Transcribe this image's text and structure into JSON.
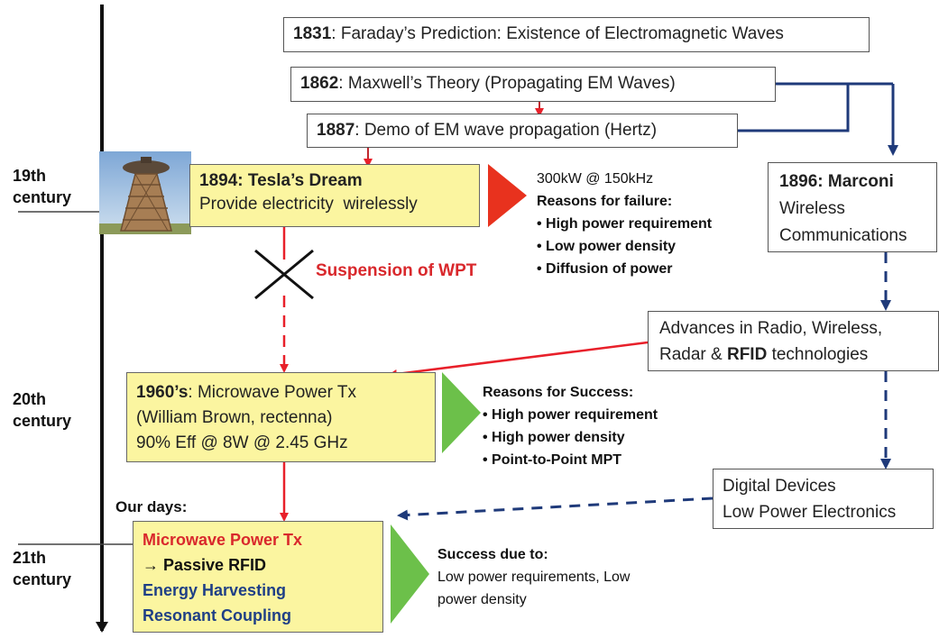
{
  "centuries": {
    "c19": "19th\ncentury",
    "c20": "20th\ncentury",
    "c21": "21th\ncentury"
  },
  "events": {
    "faraday": {
      "year": "1831",
      "text": ": Faraday’s Prediction: Existence of Electromagnetic Waves"
    },
    "maxwell": {
      "year": "1862",
      "text": ": Maxwell’s Theory (Propagating EM Waves)"
    },
    "hertz": {
      "year": "1887",
      "text": ": Demo of EM wave propagation (Hertz)"
    },
    "tesla": {
      "year": "1894",
      "title_rest": ": Tesla’s Dream",
      "line2": "Provide electricity  wirelessly"
    },
    "marconi": {
      "title": "1896: Marconi",
      "line2": "Wireless",
      "line3": "Communications"
    },
    "advances": {
      "line1": "Advances in Radio, Wireless,",
      "line2_pre": "Radar & ",
      "line2_bold": "RFID",
      "line2_post": " technologies"
    },
    "brown": {
      "year": "1960’s",
      "title_rest": ": Microwave Power Tx",
      "line2": "(William Brown, rectenna)",
      "line3": "90% Eff @ 8W @ 2.45 GHz"
    },
    "digital": {
      "line1": "Digital Devices",
      "line2": "Low Power Electronics"
    },
    "our_days_label": "Our days:",
    "modern": {
      "line1": "Microwave Power Tx",
      "arrow": "→",
      "line2": " Passive RFID",
      "line3": "Energy Harvesting",
      "line4": "Resonant Coupling"
    }
  },
  "suspension_label": "Suspension of WPT",
  "tesla_notes": {
    "line1": "300kW @ 150kHz",
    "heading": "Reasons for failure:",
    "items": [
      "• High power requirement",
      "• Low power density",
      "• Diffusion of power"
    ]
  },
  "brown_notes": {
    "heading": "Reasons for Success:",
    "items": [
      "• High power requirement",
      "• High power density",
      "• Point-to-Point MPT"
    ]
  },
  "modern_notes": {
    "heading": "Success due to:",
    "body": "Low power requirements, Low\npower density"
  },
  "colors": {
    "red_arrow": "#e8202a",
    "dark_red_arrow": "#c0282e",
    "navy_arrow": "#1f3a7a",
    "yellow_box": "#fbf5a0",
    "red_triangle": "#e8321e",
    "green_triangle": "#6cc04a",
    "red_text": "#d9282c",
    "navy_text": "#1f3f86"
  },
  "icons": {
    "tower": "wardenclyffe-tower-photo",
    "cross": "x-mark-icon"
  }
}
